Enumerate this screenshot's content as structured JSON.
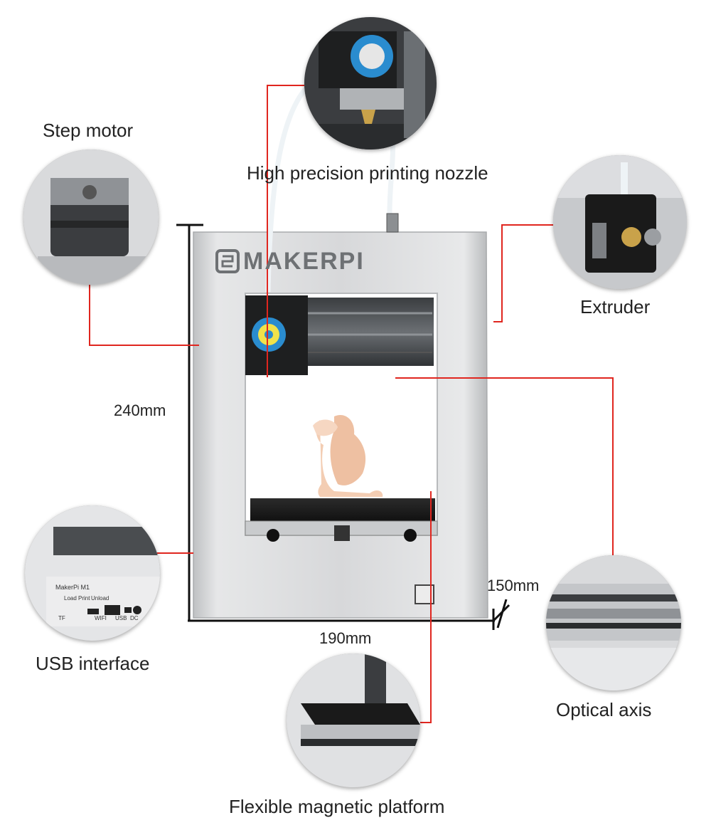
{
  "brand": {
    "logo_text": "MAKERPI"
  },
  "callouts": {
    "step_motor": "Step motor",
    "nozzle": "High precision printing nozzle",
    "extruder": "Extruder",
    "usb": "USB interface",
    "optical_axis": "Optical axis",
    "platform": "Flexible magnetic platform"
  },
  "dimensions": {
    "height": "240mm",
    "width": "190mm",
    "depth": "150mm"
  },
  "usb_panel": {
    "model": "MakerPi M1",
    "buttons": [
      "Load",
      "Print",
      "Unload"
    ],
    "ports": [
      "TF",
      "WIFI",
      "USB",
      "DC"
    ]
  },
  "colors": {
    "leader_line": "#e0261f",
    "frame": "#d4d6d8"
  }
}
